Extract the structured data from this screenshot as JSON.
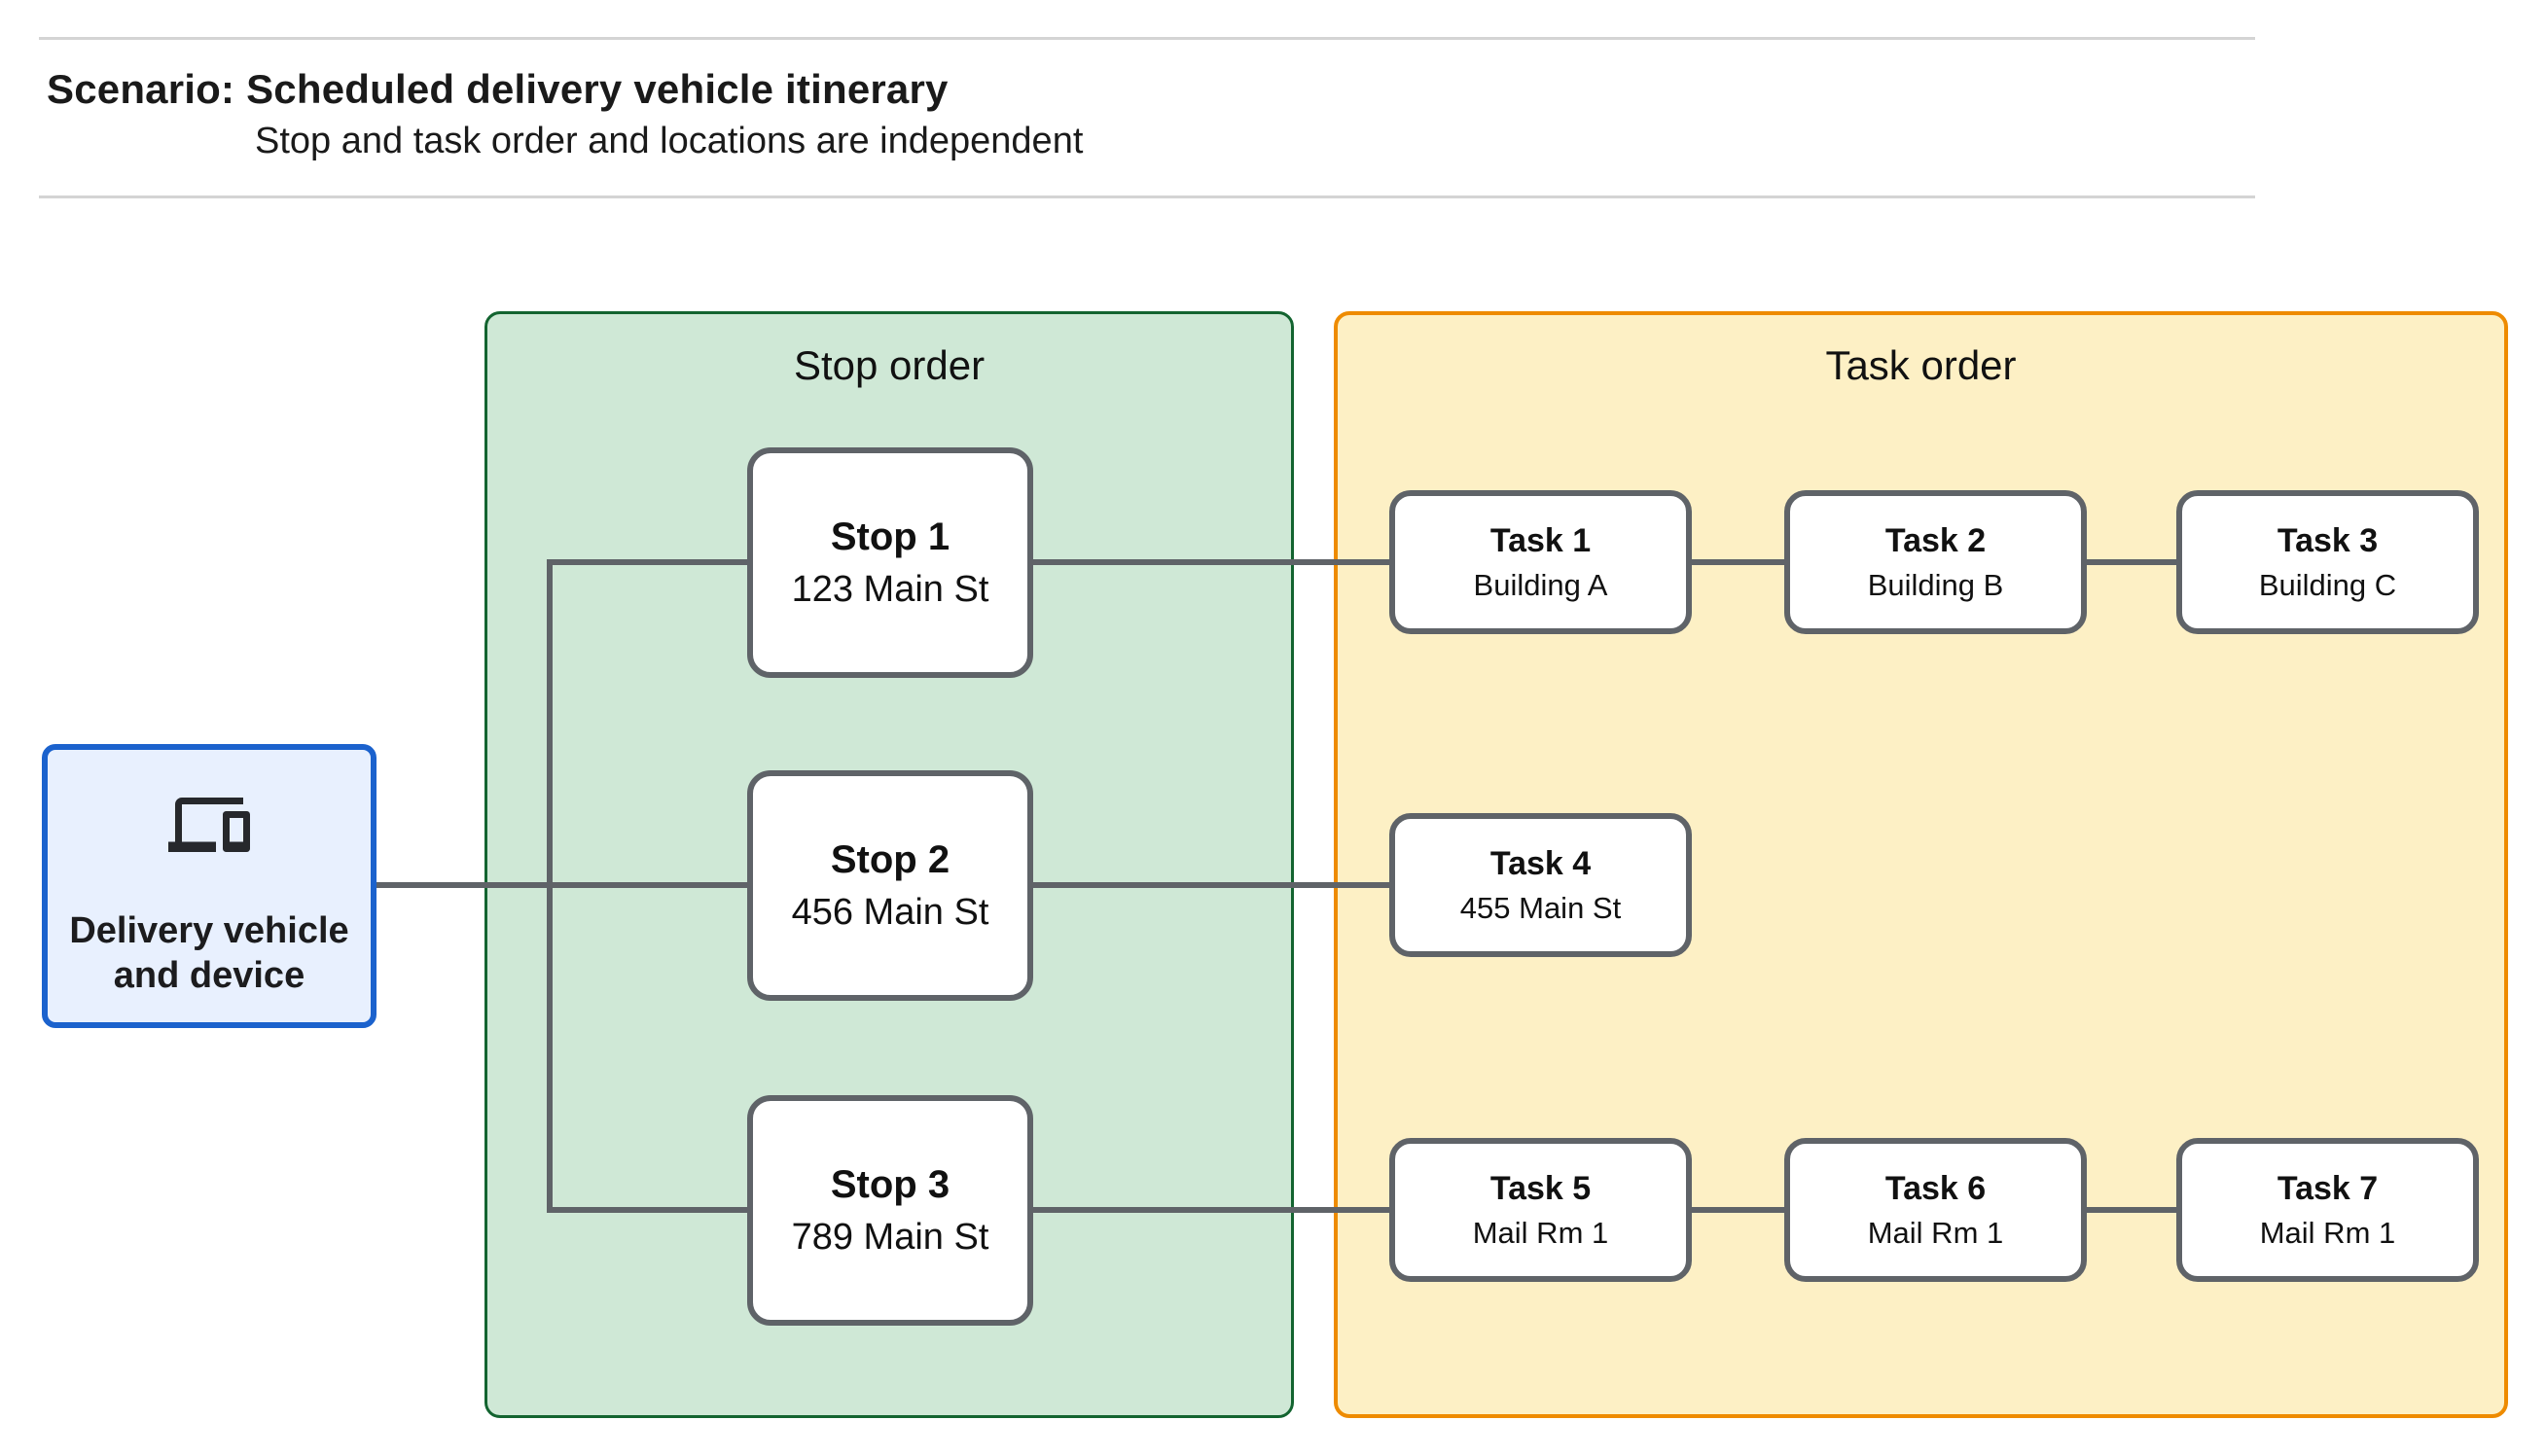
{
  "header": {
    "title": "Scenario: Scheduled delivery vehicle itinerary",
    "subtitle": "Stop and task order and locations are independent"
  },
  "vehicle": {
    "label": "Delivery vehicle\nand device",
    "icon": "devices-icon"
  },
  "stop_panel": {
    "title": "Stop order",
    "stops": [
      {
        "name": "Stop 1",
        "location": "123 Main St"
      },
      {
        "name": "Stop 2",
        "location": "456 Main St"
      },
      {
        "name": "Stop 3",
        "location": "789 Main St"
      }
    ]
  },
  "task_panel": {
    "title": "Task order",
    "rows": [
      {
        "items": [
          {
            "name": "Task 1",
            "location": "Building A"
          },
          {
            "name": "Task 2",
            "location": "Building B"
          },
          {
            "name": "Task 3",
            "location": "Building C"
          }
        ]
      },
      {
        "items": [
          {
            "name": "Task 4",
            "location": "455 Main St"
          }
        ]
      },
      {
        "items": [
          {
            "name": "Task 5",
            "location": "Mail Rm 1"
          },
          {
            "name": "Task 6",
            "location": "Mail Rm 1"
          },
          {
            "name": "Task 7",
            "location": "Mail Rm 1"
          }
        ]
      }
    ]
  },
  "colors": {
    "stop_panel_fill": "#cfe8d6",
    "stop_panel_border": "#136430",
    "task_panel_fill": "#fdf0c5",
    "task_panel_border": "#ee8b00",
    "vehicle_fill": "#e8f0fe",
    "vehicle_border": "#1b62cd",
    "node_border": "#5f6368",
    "connector": "#5f6368"
  }
}
